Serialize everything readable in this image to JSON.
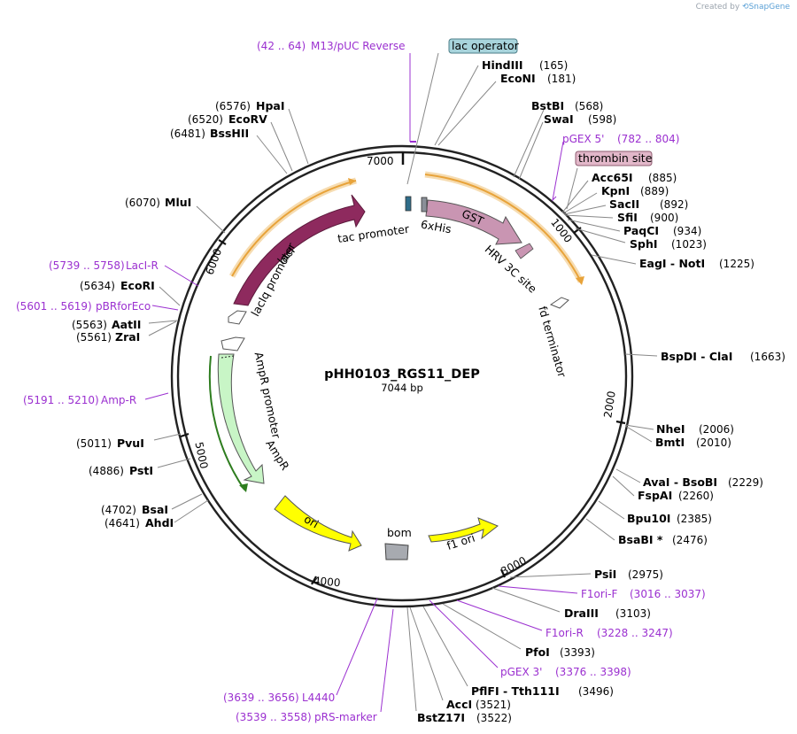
{
  "app": {
    "credit_prefix": "Created by",
    "credit_brand": "SnapGene"
  },
  "plasmid": {
    "name": "pHH0103_RGS11_DEP",
    "size_label": "7044 bp"
  },
  "ticks": [
    "1000",
    "2000",
    "3000",
    "4000",
    "5000",
    "6000",
    "7000"
  ],
  "feature_labels": {
    "tac_promoter": "tac promoter",
    "his": "6xHis",
    "gst": "GST",
    "hrv": "HRV 3C site",
    "fd_terminator": "fd terminator",
    "laci": "lacI",
    "laciq_promoter": "lacIq promoter",
    "ampr_promoter": "AmpR promoter",
    "ampr": "AmpR",
    "ori": "ori",
    "bom": "bom",
    "f1ori": "f1 ori"
  },
  "boxed_features": {
    "lac_operator": "lac operator",
    "thrombin_site": "thrombin site"
  },
  "enzymes": [
    {
      "name": "HindIII",
      "pos": "(165)"
    },
    {
      "name": "EcoNI",
      "pos": "(181)"
    },
    {
      "name": "BstBI",
      "pos": "(568)"
    },
    {
      "name": "SwaI",
      "pos": "(598)"
    },
    {
      "name": "Acc65I",
      "pos": "(885)"
    },
    {
      "name": "KpnI",
      "pos": "(889)"
    },
    {
      "name": "SacII",
      "pos": "(892)"
    },
    {
      "name": "SfiI",
      "pos": "(900)"
    },
    {
      "name": "PaqCI",
      "pos": "(934)"
    },
    {
      "name": "SphI",
      "pos": "(1023)"
    },
    {
      "name": "EagI  -  NotI",
      "pos": "(1225)"
    },
    {
      "name": "BspDI  -  ClaI",
      "pos": "(1663)"
    },
    {
      "name": "NheI",
      "pos": "(2006)"
    },
    {
      "name": "BmtI",
      "pos": "(2010)"
    },
    {
      "name": "AvaI  -  BsoBI",
      "pos": "(2229)"
    },
    {
      "name": "FspAI",
      "pos": "(2260)"
    },
    {
      "name": "Bpu10I",
      "pos": "(2385)"
    },
    {
      "name": "BsaBI *",
      "pos": "(2476)"
    },
    {
      "name": "PsiI",
      "pos": "(2975)"
    },
    {
      "name": "DraIII",
      "pos": "(3103)"
    },
    {
      "name": "PfoI",
      "pos": "(3393)"
    },
    {
      "name": "PflFI  -  Tth111I",
      "pos": "(3496)"
    },
    {
      "name": "AccI",
      "pos": "(3521)"
    },
    {
      "name": "BstZ17I",
      "pos": "(3522)"
    },
    {
      "name": "AhdI",
      "pos": "(4641)"
    },
    {
      "name": "BsaI",
      "pos": "(4702)"
    },
    {
      "name": "PstI",
      "pos": "(4886)"
    },
    {
      "name": "PvuI",
      "pos": "(5011)"
    },
    {
      "name": "ZraI",
      "pos": "(5561)"
    },
    {
      "name": "AatII",
      "pos": "(5563)"
    },
    {
      "name": "EcoRI",
      "pos": "(5634)"
    },
    {
      "name": "MluI",
      "pos": "(6070)"
    },
    {
      "name": "BssHII",
      "pos": "(6481)"
    },
    {
      "name": "EcoRV",
      "pos": "(6520)"
    },
    {
      "name": "HpaI",
      "pos": "(6576)"
    }
  ],
  "primers": [
    {
      "name": "M13/pUC Reverse",
      "range": "(42 .. 64)"
    },
    {
      "name": "pGEX 5'",
      "range": "(782 .. 804)"
    },
    {
      "name": "F1ori-F",
      "range": "(3016 .. 3037)"
    },
    {
      "name": "F1ori-R",
      "range": "(3228 .. 3247)"
    },
    {
      "name": "pGEX 3'",
      "range": "(3376 .. 3398)"
    },
    {
      "name": "L4440",
      "range": "(3639 .. 3656)"
    },
    {
      "name": "pRS-marker",
      "range": "(3539 .. 3558)"
    },
    {
      "name": "Amp-R",
      "range": "(5191 .. 5210)"
    },
    {
      "name": "pBRforEco",
      "range": "(5601 .. 5619)"
    },
    {
      "name": "LacI-R",
      "range": "(5739 .. 5758)"
    }
  ],
  "colors": {
    "backbone": "#222222",
    "primer": "#9b30d0",
    "laci": "#8e2a5e",
    "gst": "#c995b2",
    "ampr": "#c8f5c6",
    "ori": "#ffff00",
    "orange_line": "#e8a33a",
    "tan_highlight": "#f6dcb1",
    "bom": "#a7aab0",
    "lac_operator_box": "#a8d4dc",
    "thrombin_box": "#e2b7c9",
    "tac_promoter": "#2f6d8a"
  }
}
